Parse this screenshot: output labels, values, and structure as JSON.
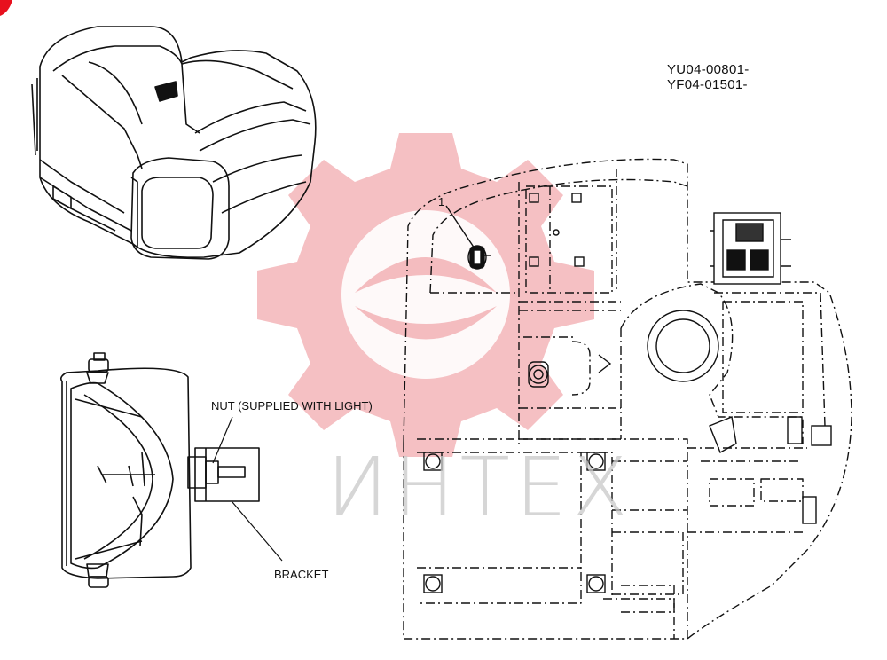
{
  "serials": {
    "line1": "YU04-00801-",
    "line2": "YF04-01501-"
  },
  "labels": {
    "nut": "NUT  (SUPPLIED WITH LIGHT)",
    "bracket": "BRACKET",
    "item_1": "1"
  },
  "watermark": {
    "text": "ИНТЕХ",
    "color": "#e8323c"
  },
  "colors": {
    "line": "#111111",
    "badge": "#e8101e"
  }
}
